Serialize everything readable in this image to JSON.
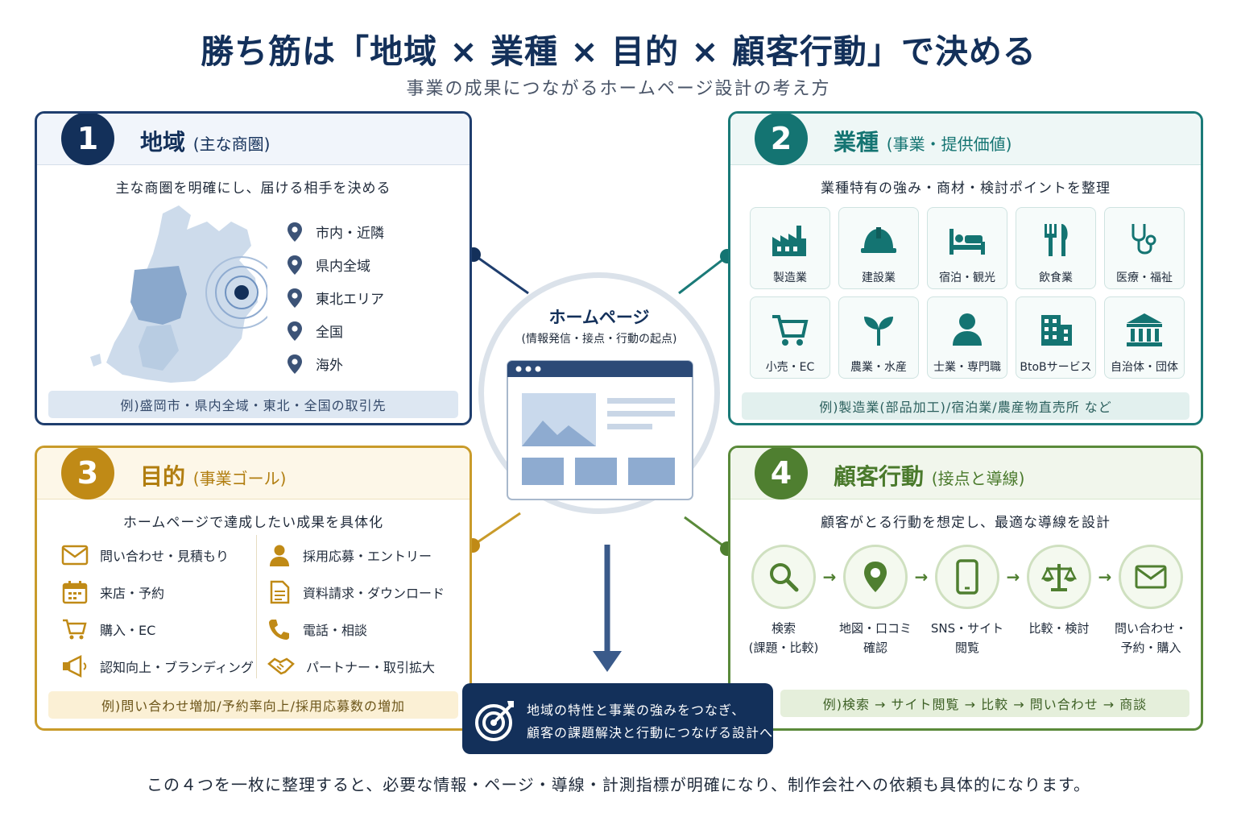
{
  "title": "勝ち筋は「地域 × 業種 × 目的 × 顧客行動」で決める",
  "subtitle": "事業の成果につながるホームページ設計の考え方",
  "colors": {
    "navy": "#13305a",
    "teal": "#147472",
    "gold": "#c08a16",
    "green": "#4f7f30"
  },
  "center": {
    "title": "ホームページ",
    "subtitle": "(情報発信・接点・行動の起点)"
  },
  "panels": {
    "region": {
      "number": "1",
      "title": "地域",
      "title_sub": "(主な商圏)",
      "lead": "主な商圏を明確にし、届ける相手を決める",
      "items": [
        "市内・近隣",
        "県内全域",
        "東北エリア",
        "全国",
        "海外"
      ],
      "example": "例)盛岡市・県内全域・東北・全国の取引先"
    },
    "industry": {
      "number": "2",
      "title": "業種",
      "title_sub": "(事業・提供価値)",
      "lead": "業種特有の強み・商材・検討ポイントを整理",
      "items": [
        {
          "label": "製造業",
          "icon": "factory-icon"
        },
        {
          "label": "建設業",
          "icon": "helmet-icon"
        },
        {
          "label": "宿泊・観光",
          "icon": "bed-icon"
        },
        {
          "label": "飲食業",
          "icon": "fork-knife-icon"
        },
        {
          "label": "医療・福祉",
          "icon": "stethoscope-icon"
        },
        {
          "label": "小売・EC",
          "icon": "cart-icon"
        },
        {
          "label": "農業・水産",
          "icon": "sprout-icon"
        },
        {
          "label": "士業・専門職",
          "icon": "person-icon"
        },
        {
          "label": "BtoBサービス",
          "icon": "building-icon"
        },
        {
          "label": "自治体・団体",
          "icon": "institution-icon"
        }
      ],
      "example": "例)製造業(部品加工)/宿泊業/農産物直売所 など"
    },
    "goal": {
      "number": "3",
      "title": "目的",
      "title_sub": "(事業ゴール)",
      "lead": "ホームページで達成したい成果を具体化",
      "left_items": [
        {
          "label": "問い合わせ・見積もり",
          "icon": "mail-icon"
        },
        {
          "label": "来店・予約",
          "icon": "calendar-icon"
        },
        {
          "label": "購入・EC",
          "icon": "cart-icon"
        },
        {
          "label": "認知向上・ブランディング",
          "icon": "megaphone-icon"
        }
      ],
      "right_items": [
        {
          "label": "採用応募・エントリー",
          "icon": "person-icon"
        },
        {
          "label": "資料請求・ダウンロード",
          "icon": "document-icon"
        },
        {
          "label": "電話・相談",
          "icon": "phone-icon"
        },
        {
          "label": "パートナー・取引拡大",
          "icon": "handshake-icon"
        }
      ],
      "example": "例)問い合わせ増加/予約率向上/採用応募数の増加"
    },
    "behavior": {
      "number": "4",
      "title": "顧客行動",
      "title_sub": "(接点と導線)",
      "lead": "顧客がとる行動を想定し、最適な導線を設計",
      "steps": [
        {
          "line1": "検索",
          "line2": "(課題・比較)",
          "icon": "search-icon"
        },
        {
          "line1": "地図・口コミ",
          "line2": "確認",
          "icon": "map-pin-icon"
        },
        {
          "line1": "SNS・サイト",
          "line2": "閲覧",
          "icon": "smartphone-icon"
        },
        {
          "line1": "比較・検討",
          "line2": "",
          "icon": "scale-icon"
        },
        {
          "line1": "問い合わせ・",
          "line2": "予約・購入",
          "icon": "mail-icon"
        }
      ],
      "arrow": "→",
      "example": "例)検索 → サイト閲覧 → 比較 → 問い合わせ → 商談"
    }
  },
  "result": {
    "line1": "地域の特性と事業の強みをつなぎ、",
    "line2": "顧客の課題解決と行動につなげる設計へ"
  },
  "footer": "この４つを一枚に整理すると、必要な情報・ページ・導線・計測指標が明確になり、制作会社への依頼も具体的になります。"
}
